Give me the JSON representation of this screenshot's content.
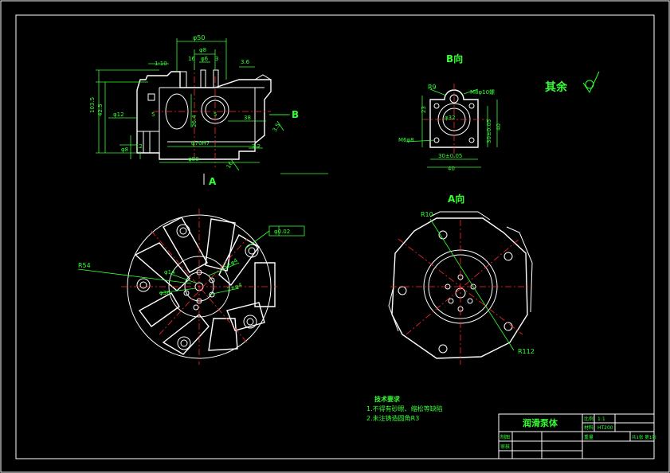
{
  "views": {
    "front": {
      "dims": {
        "d50": "φ50",
        "d8": "φ8",
        "d6": "φ6",
        "s16": "16",
        "s3": "3",
        "s3b": "3.6",
        "ratio": "1:10",
        "h1035": "103.5",
        "h425": "42.5",
        "d12": "φ12",
        "s5": "5",
        "d8b": "φ8",
        "s264": "26.4",
        "s5b": "5",
        "s38": "38",
        "d70": "φ70H7",
        "d80": "φ80",
        "s32": "3.2",
        "s16b": "16",
        "s12": "12",
        "s35": "3.5"
      },
      "section_b_label": "B",
      "section_a_label": "A"
    },
    "view_b": {
      "title": "B向",
      "dims": {
        "r9": "R9",
        "m10": "M8φ10螺",
        "s23": "23",
        "d32": "φ32",
        "s30v": "30±0.05",
        "s40v": "40",
        "m6": "M6φ8",
        "s30h": "30±0.05",
        "s40h": "40"
      }
    },
    "roughness_note": "其余",
    "top_view": {
      "r54": "R54",
      "tol": "φ0.02",
      "d14": "φ14",
      "d36": "φ36",
      "hole1": "5×φ4",
      "hole2": "2×φ4"
    },
    "view_a": {
      "title": "A向",
      "r10": "R10",
      "r112": "R112"
    }
  },
  "tech_req": {
    "title": "技术要求",
    "line1": "1.不得有砂眼、缩松等缺陷",
    "line2": "2.未注铸造圆角R3"
  },
  "title_block": {
    "name": "润滑泵体",
    "scale_label": "比例",
    "scale_value": "1:1",
    "material_label": "材料",
    "material_value": "HT200",
    "drawn_label": "制图",
    "check_label": "审核",
    "weight_label": "重量",
    "sheet_info": "共1张 第1张"
  }
}
